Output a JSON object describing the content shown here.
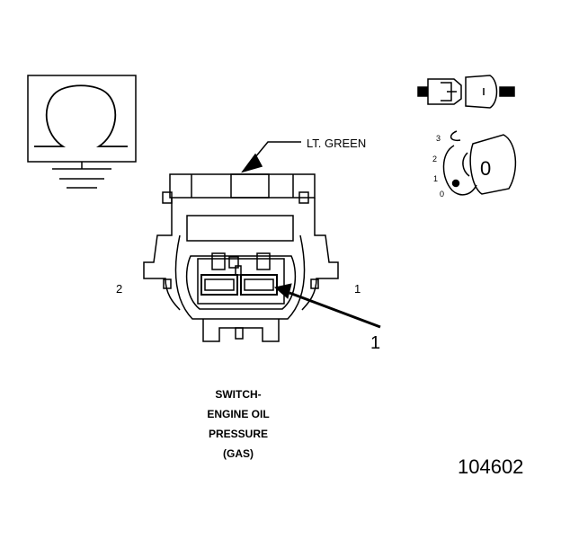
{
  "wire_color_label": "LT. GREEN",
  "pin_labels": {
    "left": "2",
    "right": "1"
  },
  "callout_label": "1",
  "terminal_positions": [
    "3",
    "2",
    "1",
    "0"
  ],
  "terminal_symbol": "0",
  "caption": [
    "SWITCH-",
    "ENGINE OIL",
    "PRESSURE",
    "(GAS)"
  ],
  "figure_number": "104602"
}
